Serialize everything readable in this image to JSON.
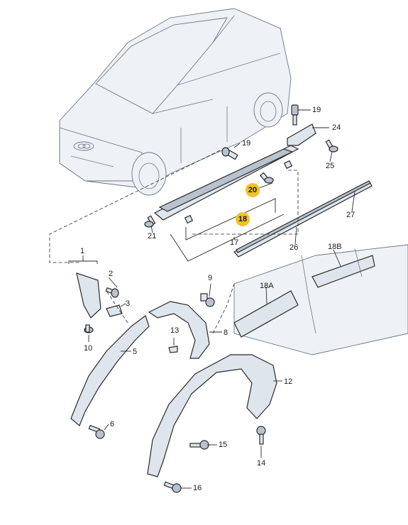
{
  "callouts": {
    "c1": "1",
    "c2": "2",
    "c3": "3",
    "c5": "5",
    "c6": "6",
    "c8": "8",
    "c9": "9",
    "c10": "10",
    "c12": "12",
    "c13": "13",
    "c14": "14",
    "c15": "15",
    "c16": "16",
    "c17": "17",
    "c18": "18",
    "c18A": "18A",
    "c18B": "18B",
    "c19a": "19",
    "c19b": "19",
    "c20": "20",
    "c21": "21",
    "c24": "24",
    "c25": "25",
    "c26": "26",
    "c27": "27"
  },
  "highlight_color": "#f2c12e",
  "line_color": "#2a2a2a",
  "part_fill": "#dfe5ec"
}
